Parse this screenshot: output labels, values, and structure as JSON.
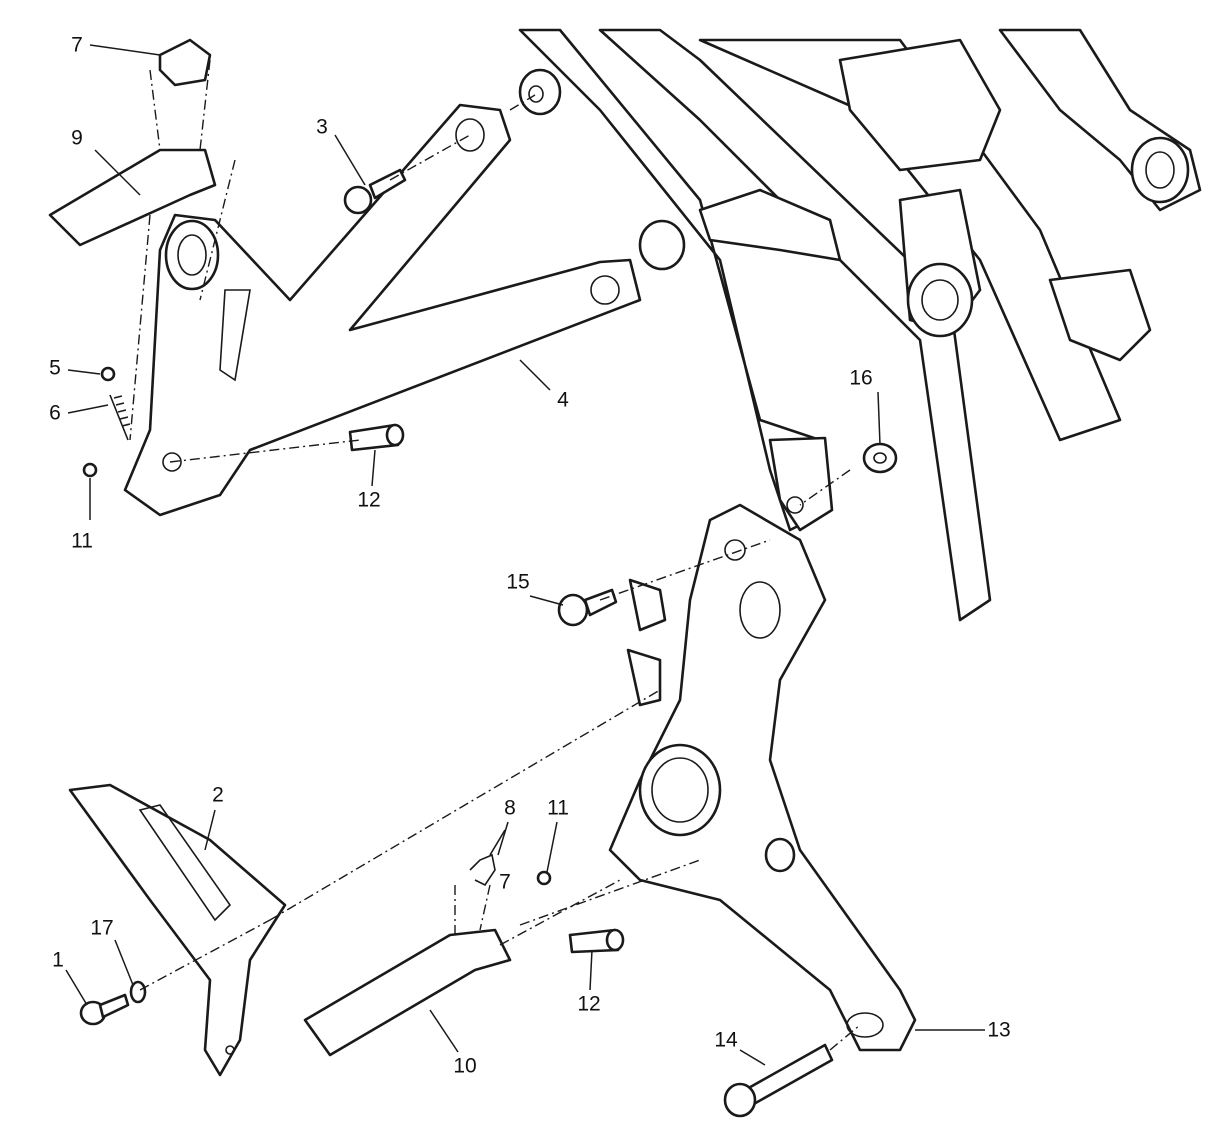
{
  "diagram": {
    "callouts": [
      {
        "id": "c7a",
        "label": "7"
      },
      {
        "id": "c9",
        "label": "9"
      },
      {
        "id": "c3",
        "label": "3"
      },
      {
        "id": "c5",
        "label": "5"
      },
      {
        "id": "c6",
        "label": "6"
      },
      {
        "id": "c11a",
        "label": "11"
      },
      {
        "id": "c12a",
        "label": "12"
      },
      {
        "id": "c4",
        "label": "4"
      },
      {
        "id": "c16",
        "label": "16"
      },
      {
        "id": "c15",
        "label": "15"
      },
      {
        "id": "c2",
        "label": "2"
      },
      {
        "id": "c8",
        "label": "8"
      },
      {
        "id": "c7b",
        "label": "7"
      },
      {
        "id": "c11b",
        "label": "11"
      },
      {
        "id": "c17",
        "label": "17"
      },
      {
        "id": "c1",
        "label": "1"
      },
      {
        "id": "c12b",
        "label": "12"
      },
      {
        "id": "c10",
        "label": "10"
      },
      {
        "id": "c14",
        "label": "14"
      },
      {
        "id": "c13",
        "label": "13"
      }
    ]
  }
}
